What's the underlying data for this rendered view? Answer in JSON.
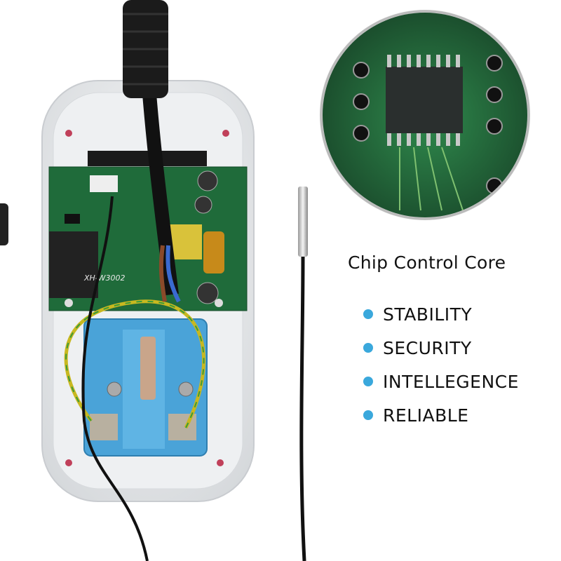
{
  "headline": "Chip Control Core",
  "features": [
    {
      "label": "STABILITY"
    },
    {
      "label": "SECURITY"
    },
    {
      "label": "INTELLEGENCE"
    },
    {
      "label": "RELIABLE"
    }
  ],
  "board_label": "XH-W3002",
  "colors": {
    "bullet": "#3aa8dc",
    "pcb": "#1f6b3a",
    "socket": "#4aa3d8",
    "housing": "#eceef0"
  }
}
